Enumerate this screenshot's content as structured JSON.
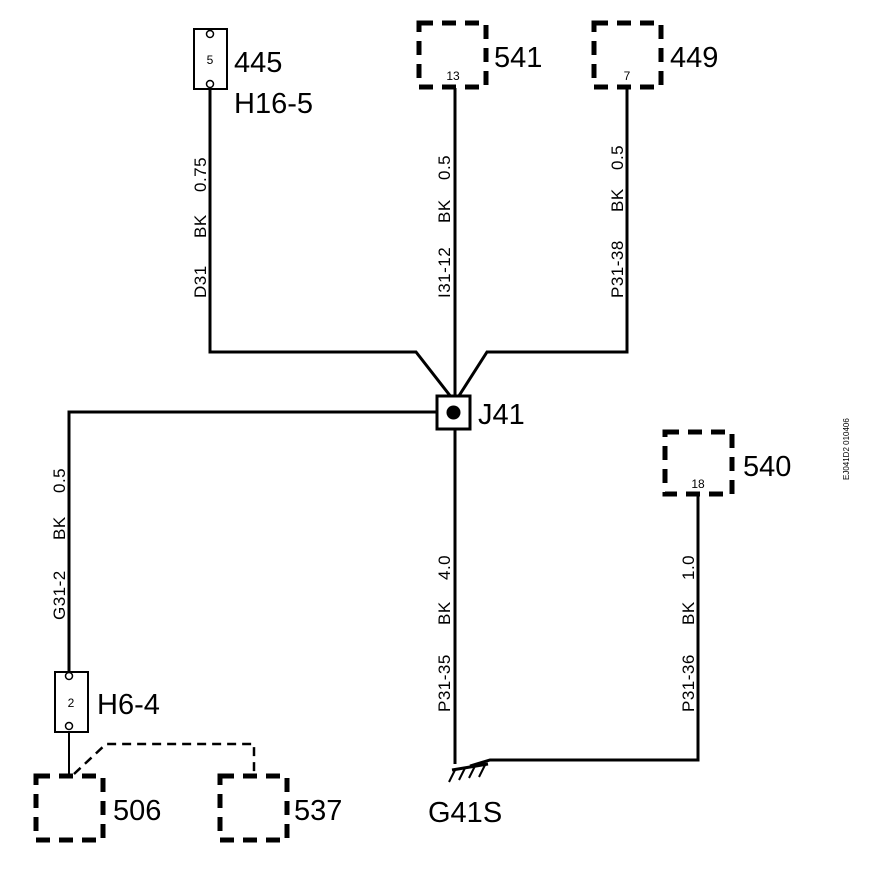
{
  "components": {
    "c445": {
      "pin": "5",
      "label": "445",
      "sublabel": "H16-5"
    },
    "c541": {
      "pin": "13",
      "label": "541"
    },
    "c449": {
      "pin": "7",
      "label": "449"
    },
    "splice": {
      "label": "J41"
    },
    "c540": {
      "pin": "18",
      "label": "540"
    },
    "h64": {
      "pin": "2",
      "label": "H6-4"
    },
    "c506": {
      "label": "506"
    },
    "c537": {
      "label": "537"
    },
    "ground": {
      "label": "G41S"
    }
  },
  "wires": {
    "w445": {
      "circuit": "D31",
      "color": "BK",
      "gauge": "0.75"
    },
    "w541": {
      "circuit": "I31-12",
      "color": "BK",
      "gauge": "0.5"
    },
    "w449": {
      "circuit": "P31-38",
      "color": "BK",
      "gauge": "0.5"
    },
    "wleft": {
      "circuit": "G31-2",
      "color": "BK",
      "gauge": "0.5"
    },
    "wground": {
      "circuit": "P31-35",
      "color": "BK",
      "gauge": "4.0"
    },
    "w540": {
      "circuit": "P31-36",
      "color": "BK",
      "gauge": "1.0"
    }
  },
  "figure_id": "EJ041D2 010406"
}
